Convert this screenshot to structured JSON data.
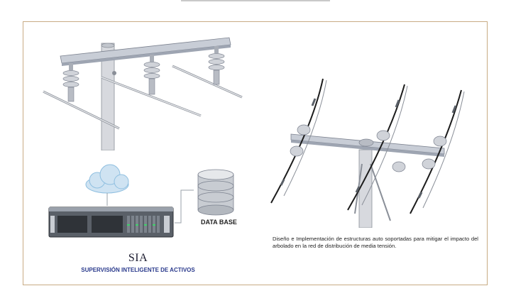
{
  "sia": {
    "title": "SIA",
    "subtitle": "SUPERVISIÓN INTELIGENTE DE ACTIVOS",
    "database_label": "DATA BASE",
    "icons": [
      "cloud-icon",
      "server-icon",
      "database-icon"
    ]
  },
  "caption": "Diseño e Implementación de estructuras auto soportadas para mitigar el impacto del arbolado en la red de distribución de media tensión.",
  "colors": {
    "frame_border": "#c8ab84",
    "divider": "#2f3236",
    "subtitle_blue": "#2a3a8c",
    "cloud_blue": "#8fbfe0"
  }
}
